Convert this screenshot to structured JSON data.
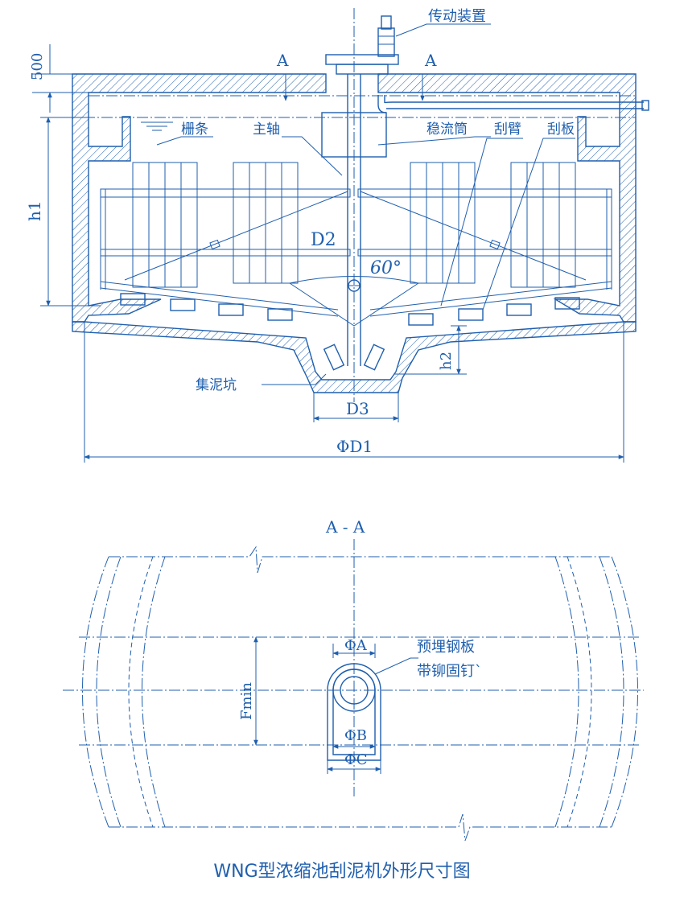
{
  "labels": {
    "drive": "传动装置",
    "section_a_left": "A",
    "section_a_right": "A",
    "dim_500": "500",
    "grating": "栅条",
    "main_shaft": "主轴",
    "stilling_well": "稳流筒",
    "scraper_arm": "刮臂",
    "scraper_blade": "刮板",
    "h1": "h1",
    "d2": "D2",
    "angle": "60°",
    "h2": "h2",
    "sludge_pit": "集泥坑",
    "d3": "D3",
    "d1": "ΦD1",
    "section_title": "A - A",
    "phi_a": "ΦA",
    "embedded_plate": "预埋钢板",
    "rivet": "带铆固钉`",
    "fmin": "Fmin",
    "phi_b": "ΦB",
    "phi_c": "ΦC"
  },
  "caption": "WNG型浓缩池刮泥机外形尺寸图",
  "colors": {
    "line": "#1f5fae",
    "background": "#ffffff"
  }
}
